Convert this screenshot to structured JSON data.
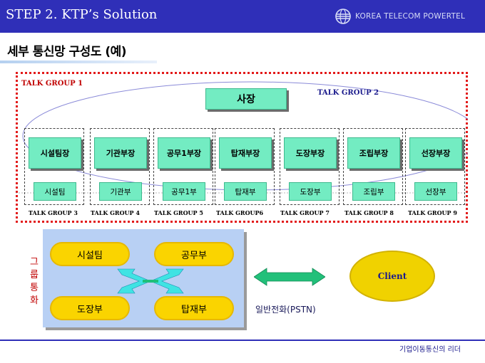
{
  "header": {
    "title": "STEP 2. KTP’s Solution",
    "brand": "KOREA TELECOM POWERTEL"
  },
  "section_title": "세부 통신망 구성도 (예)",
  "org": {
    "talk_group_1": "TALK GROUP 1",
    "talk_group_2": "TALK GROUP 2",
    "ceo": "사장",
    "columns": [
      {
        "head": "시설팀장",
        "sub": "시설팀",
        "group": "TALK GROUP 3"
      },
      {
        "head": "기관부장",
        "sub": "기관부",
        "group": "TALK GROUP 4"
      },
      {
        "head": "공무1부장",
        "sub": "공무1부",
        "group": "TALK GROUP 5"
      },
      {
        "head": "탑재부장",
        "sub": "탑재부",
        "group": "TALK GROUP6"
      },
      {
        "head": "도장부장",
        "sub": "도장부",
        "group": "TALK GROUP 7"
      },
      {
        "head": "조립부장",
        "sub": "조립부",
        "group": "TALK GROUP 8"
      },
      {
        "head": "선장부장",
        "sub": "선장부",
        "group": "TALK GROUP 9"
      }
    ]
  },
  "group_panel": {
    "vertical_label": "그룹통화",
    "pills": [
      "시설팀",
      "공무부",
      "도장부",
      "탑재부"
    ]
  },
  "pstn_label": "일반전화(PSTN)",
  "client": "Client",
  "footer": "기업이동통신의 리더",
  "colors": {
    "header_bg": "#2f2fb8",
    "box_green": "#73ecc2",
    "frame_red": "#e21a1a",
    "pill_yellow": "#fad400",
    "panel_blue": "#b8d0f4",
    "arrow_cyan": "#3fe3e3",
    "arrow_green": "#1fbf7a"
  }
}
